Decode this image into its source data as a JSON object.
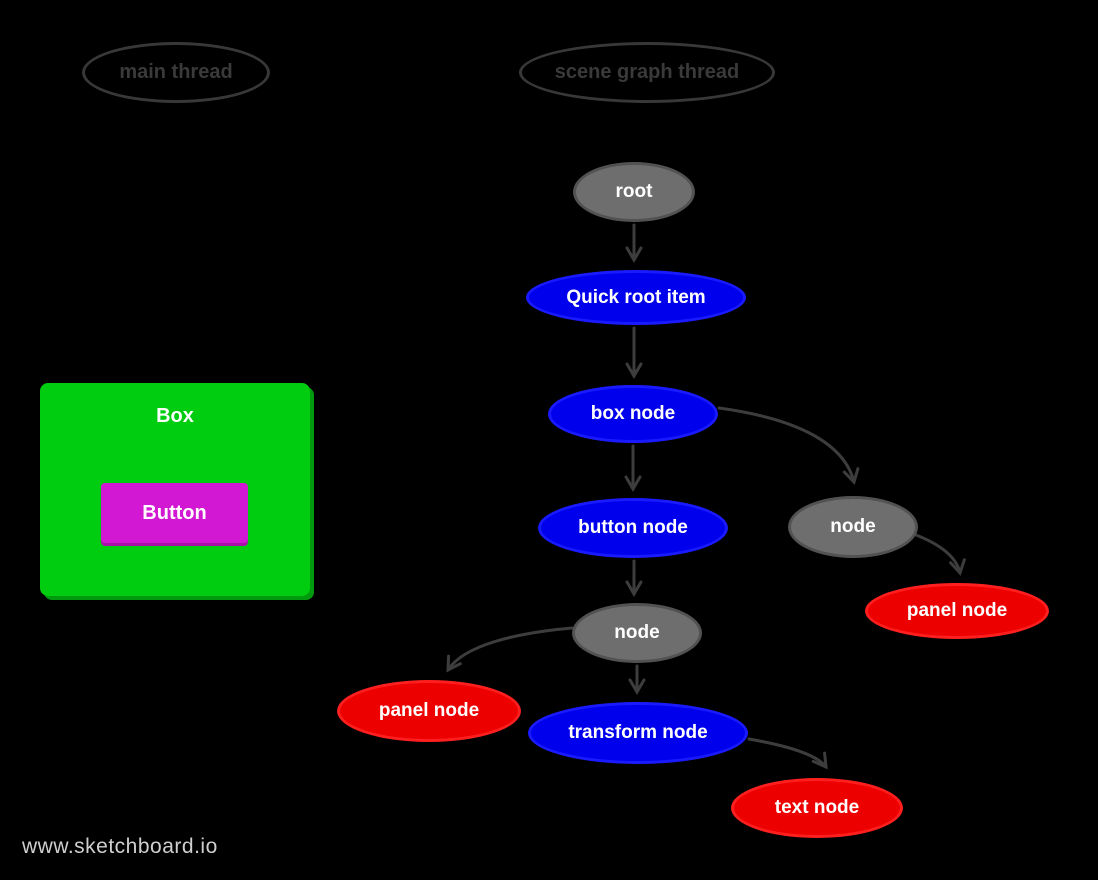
{
  "watermark": "www.sketchboard.io",
  "threads": [
    {
      "label": "main thread"
    },
    {
      "label": "scene graph thread"
    }
  ],
  "main_thread_ui": {
    "box_label": "Box",
    "button_label": "Button"
  },
  "diagram": {
    "nodes": [
      {
        "id": "root",
        "label": "root",
        "color": "gray"
      },
      {
        "id": "quick-root-item",
        "label": "Quick root item",
        "color": "blue"
      },
      {
        "id": "box-node",
        "label": "box node",
        "color": "blue"
      },
      {
        "id": "button-node",
        "label": "button node",
        "color": "blue"
      },
      {
        "id": "node-right",
        "label": "node",
        "color": "gray"
      },
      {
        "id": "panel-node-right",
        "label": "panel node",
        "color": "red"
      },
      {
        "id": "node-middle",
        "label": "node",
        "color": "gray"
      },
      {
        "id": "panel-node-left",
        "label": "panel node",
        "color": "red"
      },
      {
        "id": "transform-node",
        "label": "transform node",
        "color": "blue"
      },
      {
        "id": "text-node",
        "label": "text node",
        "color": "red"
      }
    ],
    "edges": [
      {
        "from": "root",
        "to": "quick-root-item"
      },
      {
        "from": "quick-root-item",
        "to": "box-node"
      },
      {
        "from": "box-node",
        "to": "button-node"
      },
      {
        "from": "box-node",
        "to": "node-right"
      },
      {
        "from": "button-node",
        "to": "node-middle"
      },
      {
        "from": "node-middle",
        "to": "panel-node-left"
      },
      {
        "from": "node-middle",
        "to": "transform-node"
      },
      {
        "from": "node-right",
        "to": "panel-node-right"
      },
      {
        "from": "transform-node",
        "to": "text-node"
      }
    ]
  },
  "colors": {
    "background": "#000000",
    "node_blue": "#0000ec",
    "node_gray": "#6e6e6e",
    "node_red": "#ec0000",
    "box_green": "#00cc10",
    "button_magenta": "#d318d3",
    "edge": "#3d3d3d",
    "thread_outline": "#383838",
    "node_text": "#ffffff",
    "watermark_text": "#cfcfcf"
  }
}
